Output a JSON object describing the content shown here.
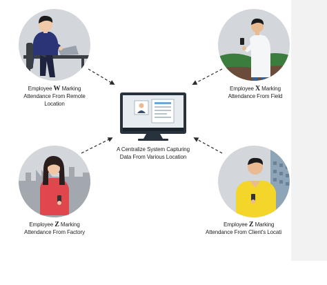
{
  "colors": {
    "circle_bg": "#d3d6da",
    "monitor_frame": "#27323d",
    "monitor_screen": "#e7ecf1",
    "arrow": "#2b2b2b",
    "shirt_yellow": "#f4d62a",
    "shirt_red": "#e0474d",
    "suit_navy": "#2c3478"
  },
  "center": {
    "line1": "A Centralize System Capturing",
    "line2": "Data From Various Location"
  },
  "nodes": [
    {
      "id": "w",
      "prefix": "Employee ",
      "letter": "W",
      "line1_rest": " Marking",
      "line2": "Attendance From Remote",
      "line3": "Location",
      "icon": "remote-worker-at-desk"
    },
    {
      "id": "x",
      "prefix": "Employee ",
      "letter": "X",
      "line1_rest": " Marking",
      "line2": "Attendance From Field",
      "icon": "field-worker-with-phone"
    },
    {
      "id": "z_factory",
      "prefix": "Employee ",
      "letter": "Z",
      "line1_rest": " Marking",
      "line2": "Attendance From Factory",
      "icon": "factory-worker-with-phone"
    },
    {
      "id": "z_client",
      "prefix": "Employee ",
      "letter": "Z",
      "line1_rest": " Marking",
      "line2": "Attendance From Client's Locati",
      "icon": "client-site-worker-with-phone"
    }
  ]
}
